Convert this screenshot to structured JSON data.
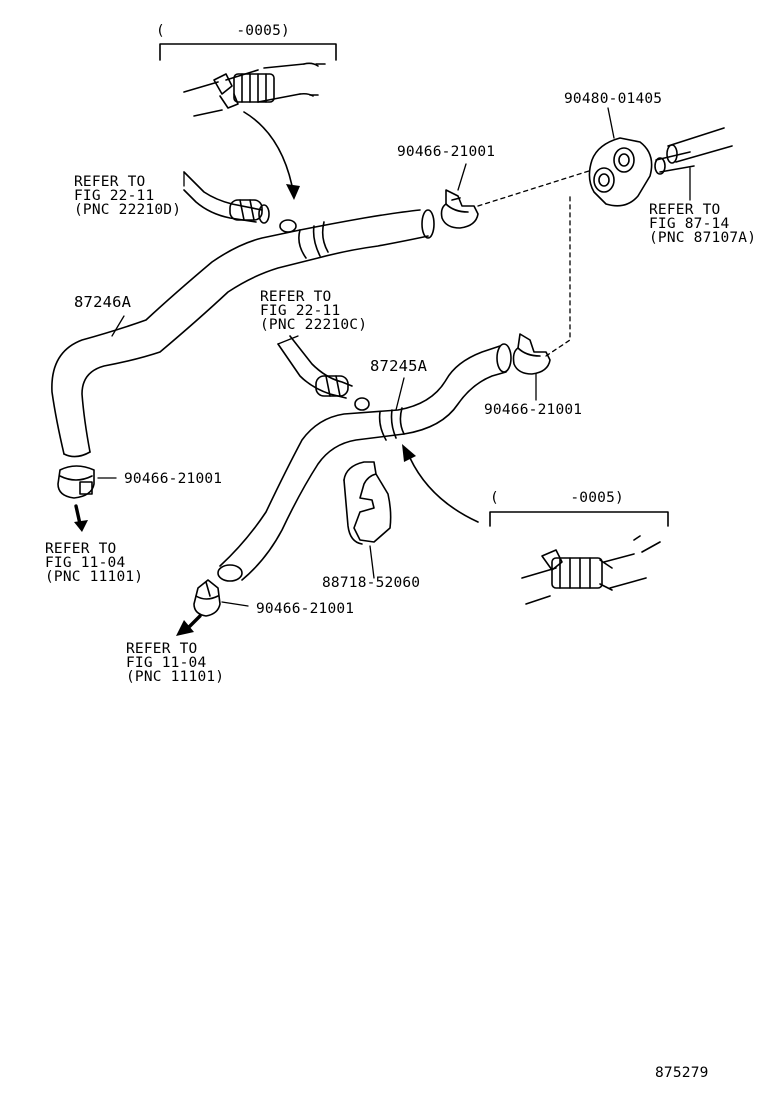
{
  "diagram": {
    "figure_number": "875279",
    "parts": {
      "hose_upper": "87246A",
      "hose_lower": "87245A",
      "clamp_top": "90466-21001",
      "clamp_right": "90466-21001",
      "clamp_left": "90466-21001",
      "clamp_bottom": "90466-21001",
      "grommet": "90480-01405",
      "clip": "88718-52060"
    },
    "inset_top": {
      "range": "(        -0005)"
    },
    "inset_right": {
      "range": "(        -0005)"
    },
    "refs": {
      "fig22_d": {
        "line1": "REFER TO",
        "line2": "FIG 22-11",
        "line3": "(PNC 22210D)"
      },
      "fig22_c": {
        "line1": "REFER TO",
        "line2": "FIG 22-11",
        "line3": "(PNC 22210C)"
      },
      "fig87": {
        "line1": "REFER TO",
        "line2": "FIG 87-14",
        "line3": "(PNC 87107A)"
      },
      "fig11_a": {
        "line1": "REFER TO",
        "line2": "FIG 11-04",
        "line3": "(PNC 11101)"
      },
      "fig11_b": {
        "line1": "REFER TO",
        "line2": "FIG 11-04",
        "line3": "(PNC 11101)"
      }
    },
    "colors": {
      "ink": "#000000",
      "paper": "#ffffff"
    }
  }
}
